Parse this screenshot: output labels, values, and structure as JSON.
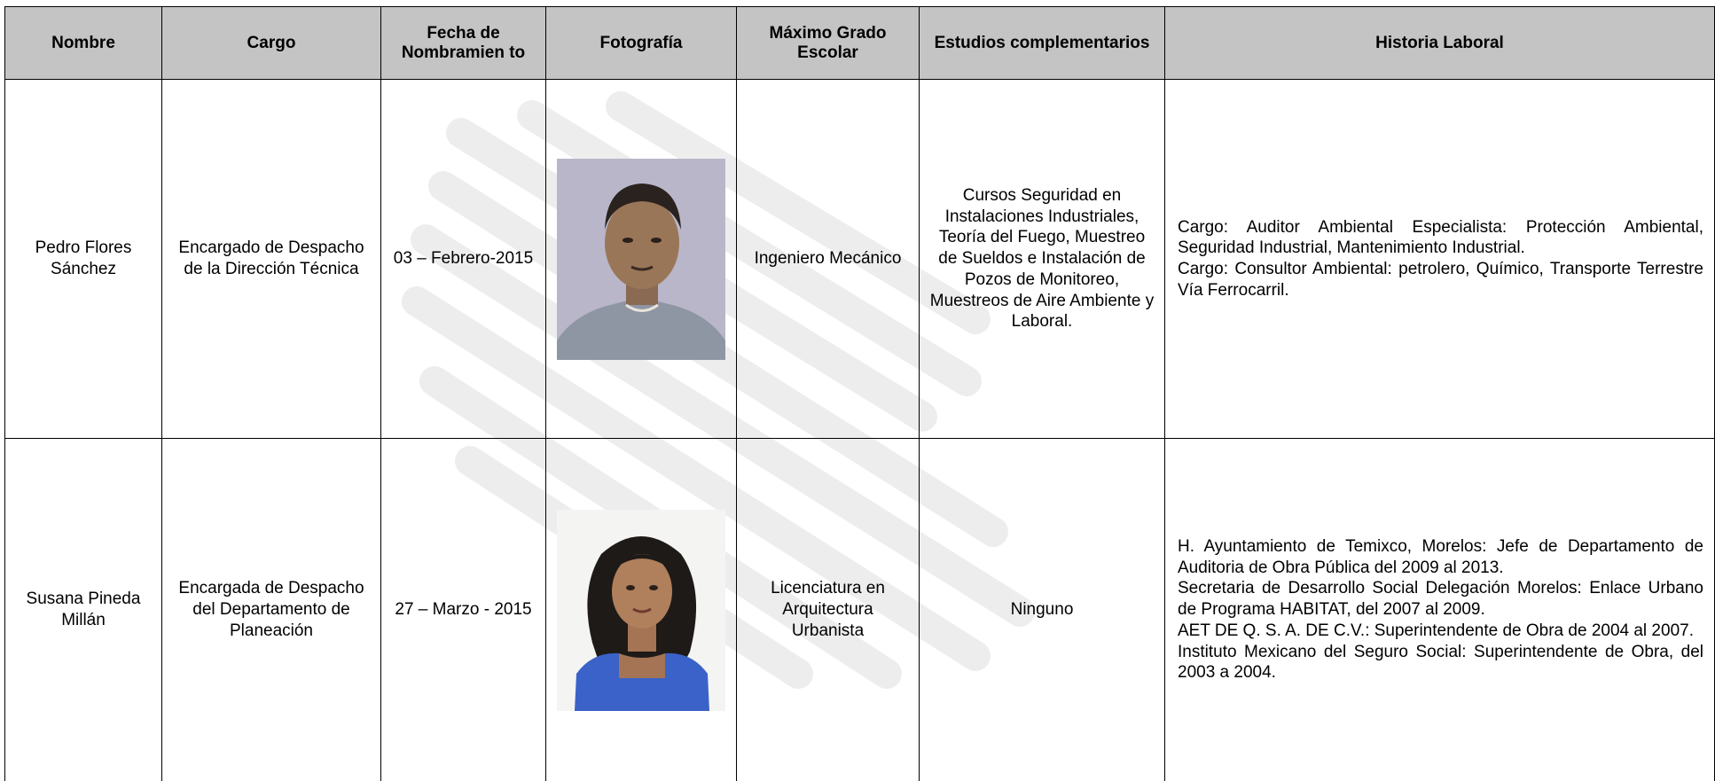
{
  "table": {
    "headers": [
      "Nombre",
      "Cargo",
      "Fecha de Nombramien to",
      "Fotografía",
      "Máximo Grado Escolar",
      "Estudios complementarios",
      "Historia Laboral"
    ],
    "rows": [
      {
        "nombre": "Pedro Flores Sánchez",
        "cargo": "Encargado de Despacho de la Dirección Técnica",
        "fecha": "03 – Febrero-2015",
        "grado": "Ingeniero Mecánico",
        "estudios": "Cursos Seguridad en Instalaciones Industriales, Teoría del Fuego, Muestreo de Sueldos e Instalación de Pozos de Monitoreo, Muestreos de Aire Ambiente y Laboral.",
        "historia": [
          "Cargo: Auditor Ambiental Especialista: Protección Ambiental, Seguridad Industrial, Mantenimiento Industrial.",
          "Cargo: Consultor Ambiental: petrolero, Químico, Transporte Terrestre Vía Ferrocarril."
        ]
      },
      {
        "nombre": "Susana Pineda Millán",
        "cargo": "Encargada de Despacho del Departamento de Planeación",
        "fecha": "27 – Marzo - 2015",
        "grado": "Licenciatura en Arquitectura Urbanista",
        "estudios": "Ninguno",
        "historia": [
          "H. Ayuntamiento de Temixco, Morelos: Jefe de Departamento de Auditoria de Obra Pública del 2009 al 2013.",
          "Secretaria de Desarrollo Social Delegación Morelos: Enlace Urbano de Programa HABITAT, del 2007 al 2009.",
          "AET DE Q. S. A. DE C.V.: Superintendente de Obra de 2004 al 2007.",
          "Instituto Mexicano del Seguro Social: Superintendente de Obra, del 2003 a 2004."
        ]
      }
    ]
  },
  "colors": {
    "header_bg": "#c4c4c4",
    "border": "#000000",
    "watermark": "#d9d9d9"
  }
}
